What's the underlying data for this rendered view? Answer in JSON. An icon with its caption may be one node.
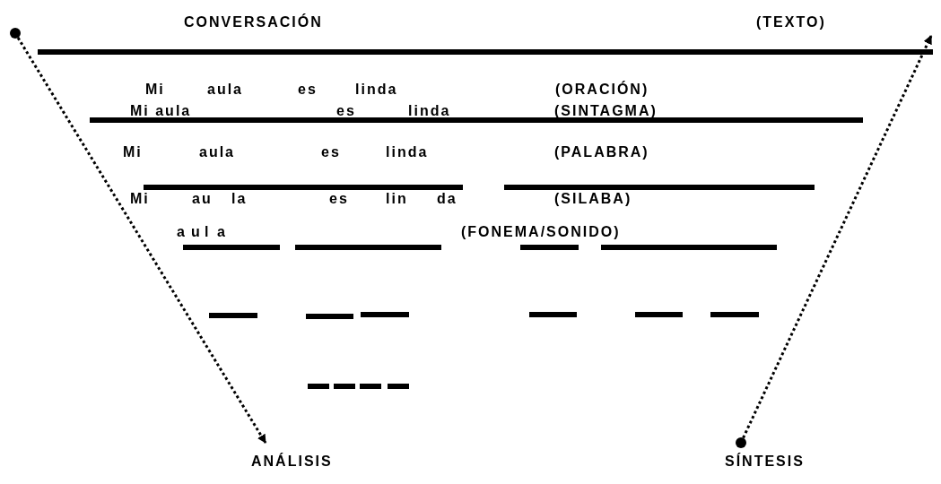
{
  "diagram": {
    "nodes": [
      {
        "text": [
          "ANÁLISIS"
        ]
      },
      {
        "text": [
          "SÍNTESIS"
        ]
      }
    ],
    "edges": [
      {
        "from": null,
        "to": 0,
        "arrow": "to",
        "style": "dashed"
      },
      {
        "from": 1,
        "to": null,
        "arrow": "to",
        "style": "dashed"
      }
    ],
    "labels": [
      "CONVERSACIÓN",
      "(TEXTO)",
      "Mi",
      "aula",
      "es",
      "linda",
      "(ORACIÓN)",
      "Mi aula",
      "es",
      "linda",
      "(SINTAGMA)",
      "Mi",
      "aula",
      "es",
      "linda",
      "(PALABRA)",
      "Mi",
      "au",
      "la",
      "es",
      "lin",
      "da",
      "(SILABA)",
      "a",
      "u",
      "l",
      "a",
      "(FONEMA/SONIDO)"
    ]
  }
}
